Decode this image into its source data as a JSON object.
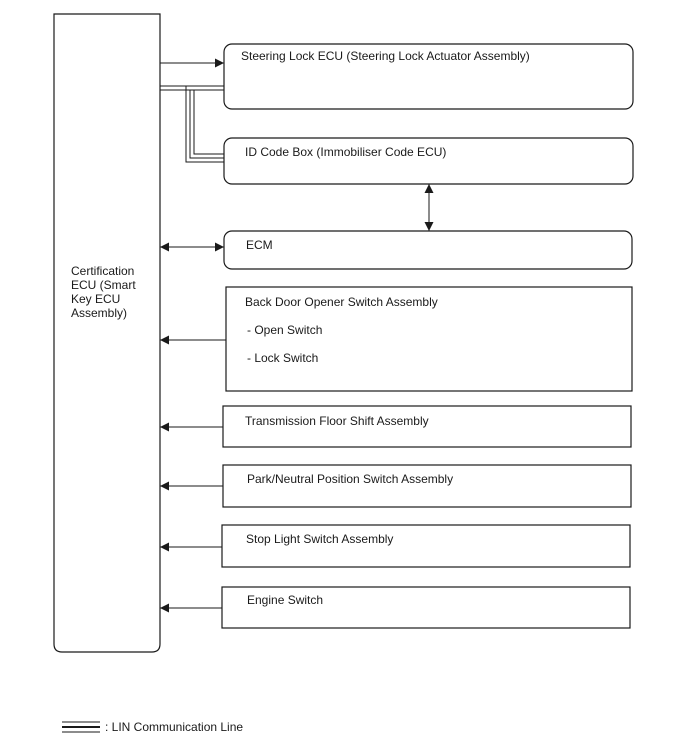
{
  "ecu": {
    "label_line1": "Certification",
    "label_line2": "ECU (Smart",
    "label_line3": "Key ECU",
    "label_line4": "Assembly)"
  },
  "components": {
    "steering_lock": "Steering Lock ECU (Steering Lock Actuator Assembly)",
    "id_code_box": "ID Code Box (Immobiliser Code ECU)",
    "ecm": "ECM",
    "back_door": "Back Door Opener Switch Assembly",
    "back_door_open": "- Open Switch",
    "back_door_lock": "- Lock Switch",
    "transmission": "Transmission Floor Shift Assembly",
    "park_neutral": "Park/Neutral Position Switch Assembly",
    "stop_light": "Stop Light Switch Assembly",
    "engine_switch": "Engine Switch"
  },
  "legend": {
    "lin_label": ": LIN Communication Line"
  },
  "colors": {
    "line": "#1a1a1a",
    "background": "#ffffff"
  }
}
